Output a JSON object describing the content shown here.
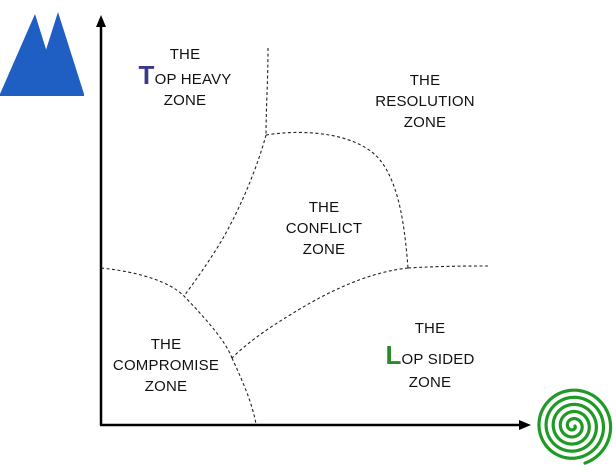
{
  "colors": {
    "mountain": "#1f5fc4",
    "spiral": "#1f9a24",
    "top_heavy_letter": "#3a3a8c",
    "lop_sided_letter": "#2a8a2a",
    "axis": "#000000"
  },
  "icons": {
    "top_left": "mountain-icon",
    "bottom_right": "spiral-icon"
  },
  "zones": {
    "top_heavy": {
      "line1": "THE",
      "big_letter": "T",
      "line2_rest": "OP HEAVY",
      "line3": "ZONE"
    },
    "resolution": {
      "line1": "THE",
      "line2": "RESOLUTION",
      "line3": "ZONE"
    },
    "conflict": {
      "line1": "THE",
      "line2": "CONFLICT",
      "line3": "ZONE"
    },
    "compromise": {
      "line1": "THE",
      "line2": "COMPROMISE",
      "line3": "ZONE"
    },
    "lop_sided": {
      "line1": "THE",
      "big_letter": "L",
      "line2_rest": "OP SIDED",
      "line3": "ZONE"
    }
  }
}
